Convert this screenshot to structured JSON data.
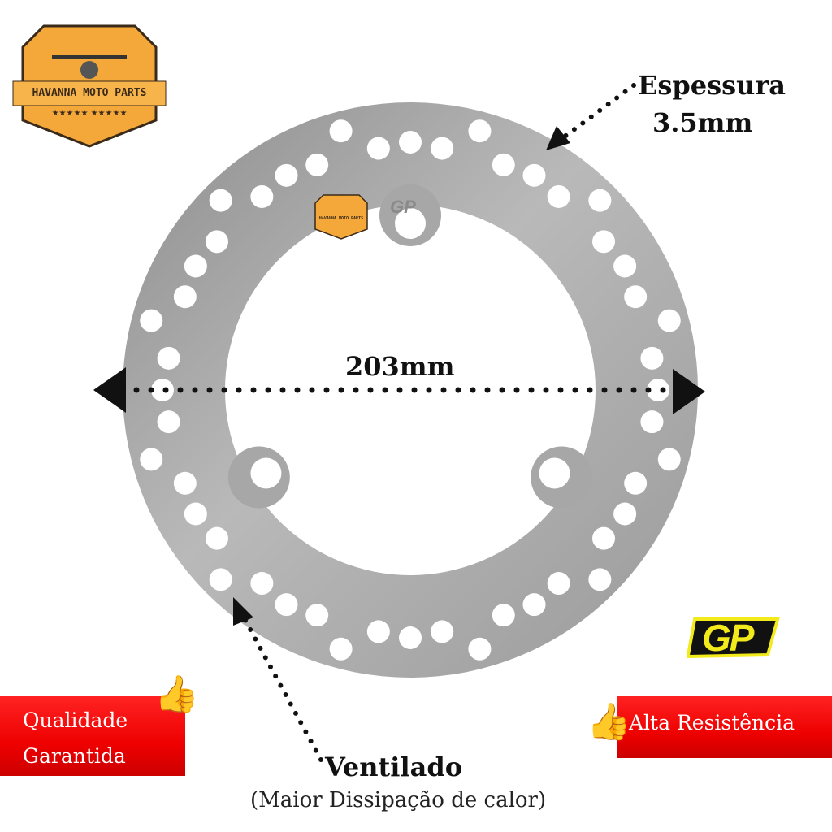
{
  "brand_logo": {
    "text": "HAVANNA MOTO PARTS",
    "color": "#f4a83a"
  },
  "watermark_logo": {
    "text": "HAVANNA MOTO PARTS"
  },
  "disc_marking": "GP",
  "thickness_label": {
    "line1": "Espessura",
    "line2": "3.5mm"
  },
  "diameter_label": "203mm",
  "ventilated_label": {
    "title": "Ventilado",
    "subtitle": "(Maior Dissipação de calor)"
  },
  "badges": {
    "left": {
      "line1": "Qualidade",
      "line2": "Garantida"
    },
    "right": {
      "text": "Alta Resistência"
    }
  },
  "gp_logo": {
    "text": "GP",
    "color": "#f2ea1a"
  },
  "colors": {
    "banner_red": "#e80000",
    "disc_steel": "#a9a9a9"
  }
}
